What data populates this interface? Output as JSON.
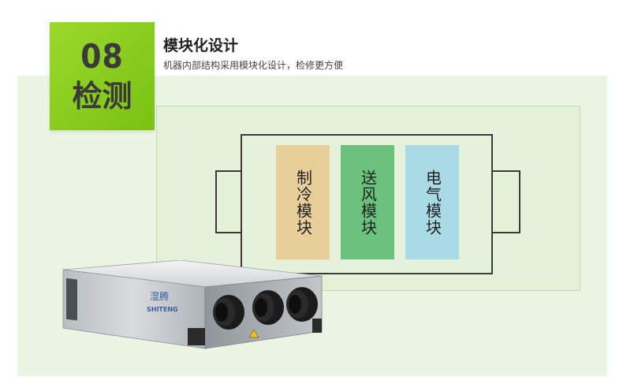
{
  "badge": {
    "number": "08",
    "label": "检测"
  },
  "header": {
    "title": "模块化设计",
    "subtitle": "机器内部结构采用模块化设计，检修更方便"
  },
  "modules": [
    {
      "label": "制冷模块",
      "color": "#e8ce98"
    },
    {
      "label": "送风模块",
      "color": "#6bc27c"
    },
    {
      "label": "电气模块",
      "color": "#a9dbe7"
    }
  ],
  "product": {
    "brand_cn": "湿腾",
    "brand_en": "SHITENG"
  },
  "colors": {
    "badge_green": "#8ccf20",
    "panel_bg": "#ecf5e4"
  }
}
